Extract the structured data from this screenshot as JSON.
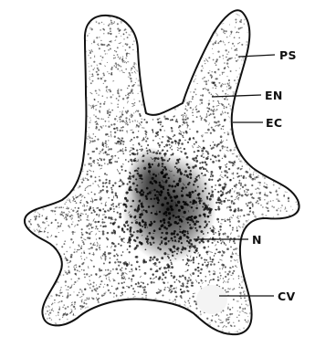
{
  "diagram": {
    "labels": {
      "pseudopodium": "PS",
      "endoplasm": "EN",
      "ectoplasm": "EC",
      "nucleus": "N",
      "contractile_vacuole": "CV"
    }
  },
  "colors": {
    "ink": "#111111",
    "paper": "#ffffff",
    "vacuole": "#f4f4f4"
  }
}
